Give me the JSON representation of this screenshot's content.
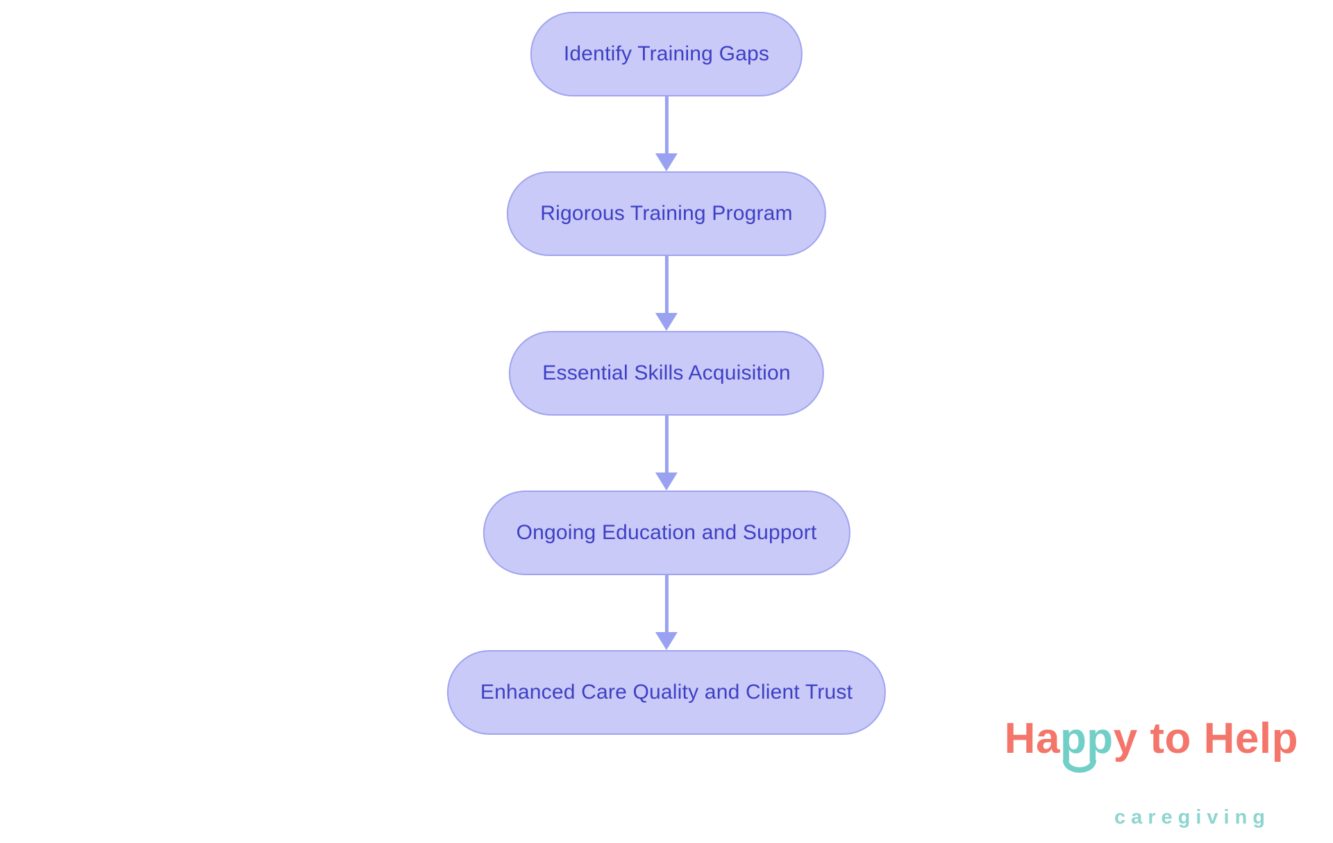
{
  "page": {
    "background": "#ffffff"
  },
  "flowchart": {
    "type": "flowchart",
    "direction": "top-to-bottom",
    "nodes": [
      {
        "id": 1,
        "label": "Identify Training Gaps"
      },
      {
        "id": 2,
        "label": "Rigorous Training Program"
      },
      {
        "id": 3,
        "label": "Essential Skills Acquisition"
      },
      {
        "id": 4,
        "label": "Ongoing Education and Support"
      },
      {
        "id": 5,
        "label": "Enhanced Care Quality and Client Trust"
      }
    ],
    "edges": [
      {
        "from": 1,
        "to": 2
      },
      {
        "from": 2,
        "to": 3
      },
      {
        "from": 3,
        "to": 4
      },
      {
        "from": 4,
        "to": 5
      }
    ],
    "colors": {
      "node_fill": "#c9caf8",
      "node_border": "#9fa4ee",
      "node_text": "#3d3fc4",
      "arrow": "#99a2f0"
    }
  },
  "logo": {
    "brand": {
      "part1": "Ha",
      "part2": "pp",
      "part3": "y to Help"
    },
    "tagline": "caregiving",
    "icon": "smile-arc",
    "colors": {
      "coral": "#f4756a",
      "teal": "#72cfc7",
      "tagline": "#8dd5cf"
    }
  }
}
